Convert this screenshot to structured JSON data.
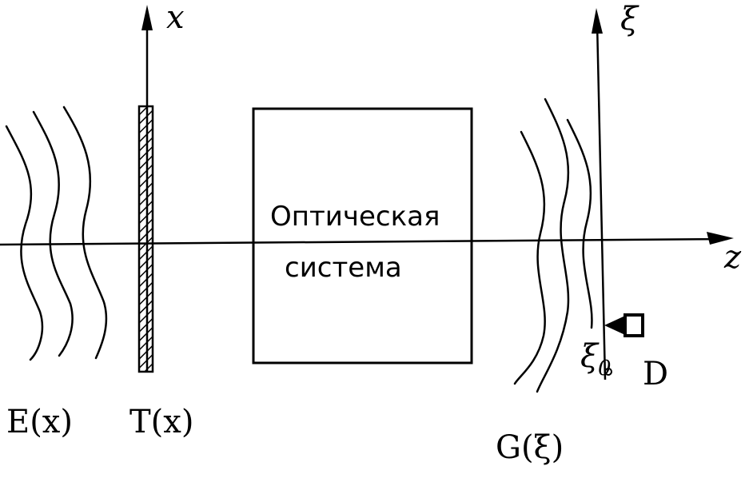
{
  "axes": {
    "x_label": "x",
    "xi_label": "ξ",
    "z_label": "z"
  },
  "system_box": {
    "line1": "Оптическая",
    "line2": "система"
  },
  "labels": {
    "input_field": "E(x)",
    "transparency": "T(x)",
    "output_field": "G(ξ)",
    "detector": "D",
    "detector_position": "ξ",
    "detector_position_sub": "0"
  }
}
